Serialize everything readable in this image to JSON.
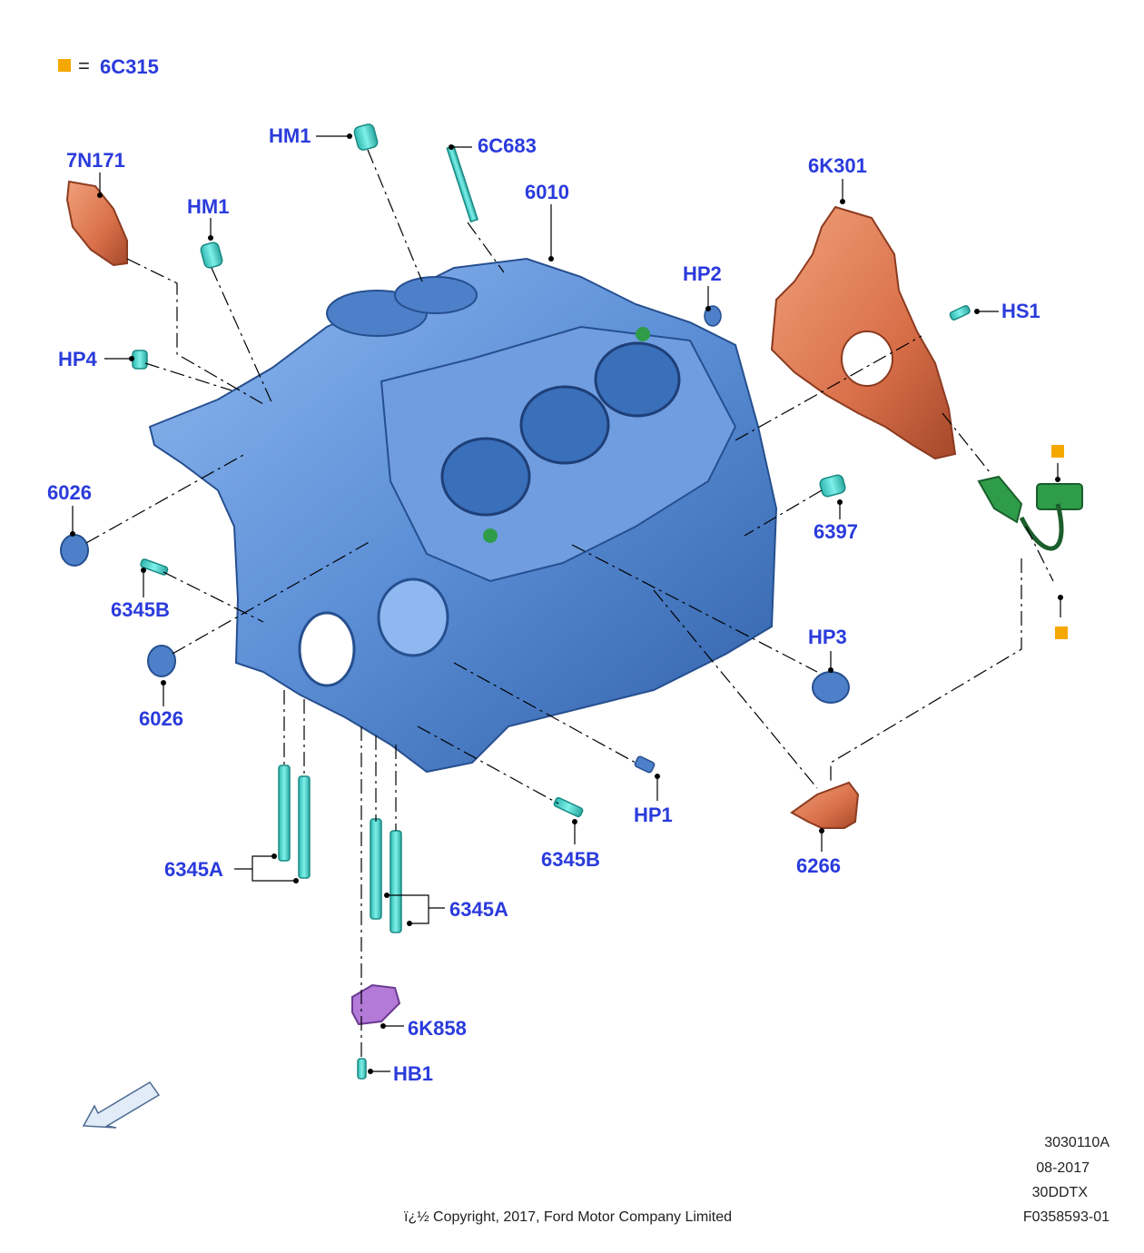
{
  "legend": {
    "symbol_color": "#f5a800",
    "equals": "=",
    "text": "6C315"
  },
  "colors": {
    "label": "#2a3bdc",
    "engine_block": "#5c8fd6",
    "fastener": "#3fd8d0",
    "cover": "#d9704a",
    "sensor": "#2f9c4a",
    "bracket": "#b37ad8",
    "marker": "#f5a800"
  },
  "labels": {
    "l_6c315": "6C315",
    "l_7n171": "7N171",
    "l_hm1_a": "HM1",
    "l_6c683": "6C683",
    "l_6010": "6010",
    "l_hm1_b": "HM1",
    "l_6k301": "6K301",
    "l_hp2": "HP2",
    "l_hs1": "HS1",
    "l_hp4": "HP4",
    "l_6026_a": "6026",
    "l_6397": "6397",
    "l_6345b_a": "6345B",
    "l_hp3": "HP3",
    "l_6026_b": "6026",
    "l_hp1": "HP1",
    "l_6345b_b": "6345B",
    "l_6266": "6266",
    "l_6345a_a": "6345A",
    "l_6345a_b": "6345A",
    "l_6k858": "6K858",
    "l_hb1": "HB1"
  },
  "footer": {
    "code1": "3030110A",
    "date": "08-2017",
    "code2": "30DDTX",
    "code3": "F0358593-01",
    "copyright": "ï¿½ Copyright, 2017, Ford Motor Company Limited"
  },
  "icons": {
    "direction": "direction-arrow-icon",
    "marker": "orange-square-marker-icon"
  }
}
